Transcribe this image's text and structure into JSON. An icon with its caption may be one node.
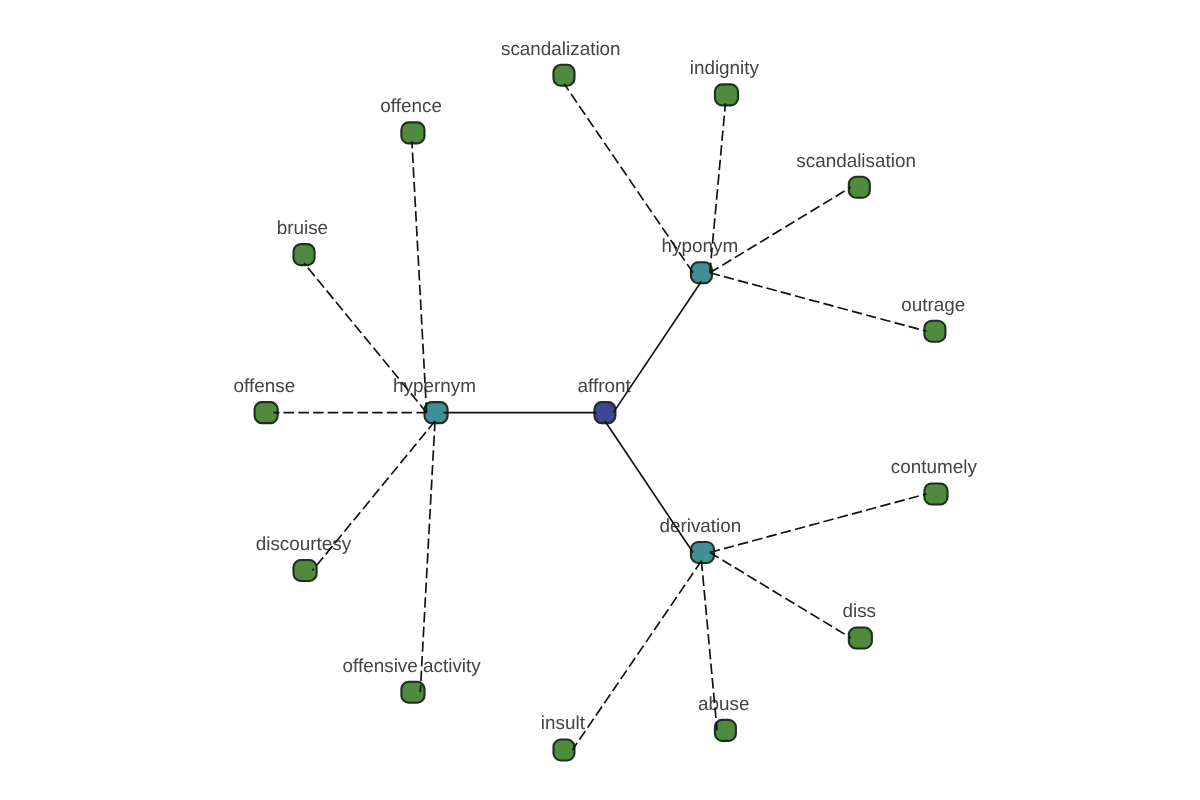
{
  "diagram": {
    "nodes": [
      {
        "text": [
          "outrage"
        ]
      },
      {
        "text": [
          "scandalisation"
        ]
      },
      {
        "text": [
          "indignity"
        ]
      },
      {
        "text": [
          "hyponym"
        ]
      },
      {
        "text": [
          "scandalization"
        ]
      },
      {
        "text": [
          "offence"
        ]
      },
      {
        "text": [
          "bruise"
        ]
      },
      {
        "text": [
          "affront"
        ]
      },
      {
        "text": [
          "offense"
        ]
      },
      {
        "text": [
          "hypernym"
        ]
      },
      {
        "text": [
          "insult"
        ]
      },
      {
        "text": [
          "discourtesy"
        ]
      },
      {
        "text": [
          "derivation"
        ]
      },
      {
        "text": [
          "abuse"
        ]
      },
      {
        "text": [
          "offensive activity"
        ]
      },
      {
        "text": [
          "diss"
        ]
      },
      {
        "text": [
          "contumely"
        ]
      }
    ],
    "edges": [
      {
        "from": 7,
        "to": 9,
        "arrow": "none"
      },
      {
        "from": 7,
        "to": 3,
        "arrow": "none"
      },
      {
        "from": 7,
        "to": 12,
        "arrow": "none"
      },
      {
        "from": 9,
        "to": 5,
        "arrow": "none",
        "style": "dashed"
      },
      {
        "from": 9,
        "to": 6,
        "arrow": "none",
        "style": "dashed"
      },
      {
        "from": 9,
        "to": 8,
        "arrow": "none",
        "style": "dashed"
      },
      {
        "from": 9,
        "to": 11,
        "arrow": "none",
        "style": "dashed"
      },
      {
        "from": 9,
        "to": 14,
        "arrow": "none",
        "style": "dashed"
      },
      {
        "from": 3,
        "to": 0,
        "arrow": "none",
        "style": "dashed"
      },
      {
        "from": 3,
        "to": 2,
        "arrow": "none",
        "style": "dashed"
      },
      {
        "from": 3,
        "to": 1,
        "arrow": "none",
        "style": "dashed"
      },
      {
        "from": 3,
        "to": 4,
        "arrow": "none",
        "style": "dashed"
      },
      {
        "from": 12,
        "to": 10,
        "arrow": "none",
        "style": "dashed"
      },
      {
        "from": 12,
        "to": 13,
        "arrow": "none",
        "style": "dashed"
      },
      {
        "from": 12,
        "to": 15,
        "arrow": "none",
        "style": "dashed"
      },
      {
        "from": 12,
        "to": 16,
        "arrow": "none",
        "style": "dashed"
      }
    ]
  }
}
